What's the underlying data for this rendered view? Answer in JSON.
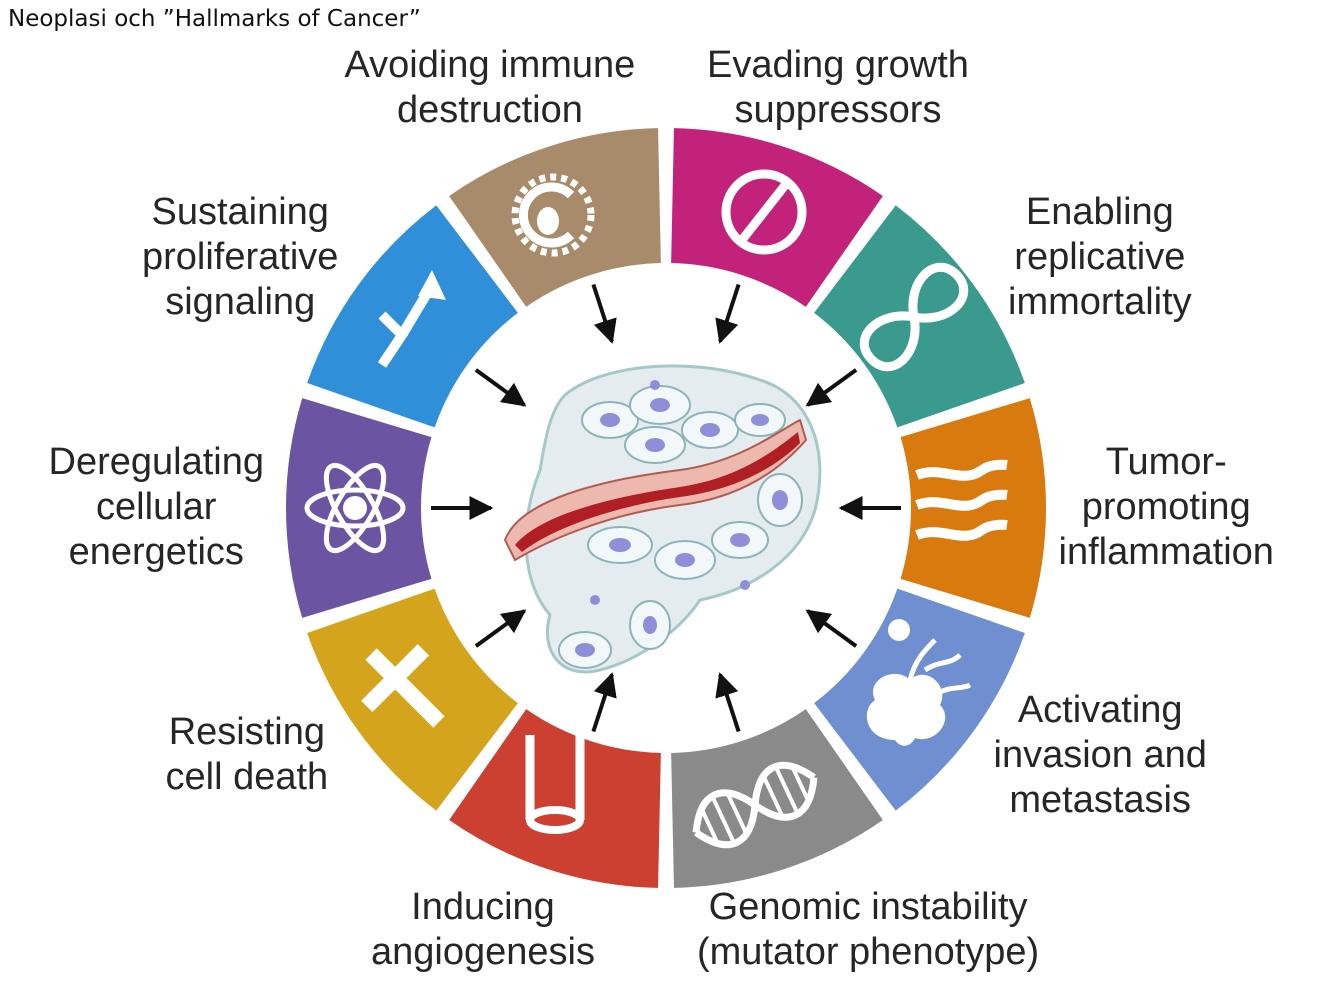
{
  "header": {
    "title": "Neoplasi och ”Hallmarks of Cancer”"
  },
  "hallmarks": [
    {
      "id": "immune",
      "lines": [
        "Avoiding immune",
        "destruction"
      ],
      "color": "#a88b6b",
      "icon": "immune-cell-icon"
    },
    {
      "id": "growth",
      "lines": [
        "Evading growth",
        "suppressors"
      ],
      "color": "#c2227a",
      "icon": "prohibited-icon"
    },
    {
      "id": "immortality",
      "lines": [
        "Enabling",
        "replicative",
        "immortality"
      ],
      "color": "#3a9a8e",
      "icon": "infinity-icon"
    },
    {
      "id": "inflammation",
      "lines": [
        "Tumor-",
        "promoting",
        "inflammation"
      ],
      "color": "#d97a0f",
      "icon": "flames-icon"
    },
    {
      "id": "invasion",
      "lines": [
        "Activating",
        "invasion and",
        "metastasis"
      ],
      "color": "#6f8fd0",
      "icon": "metastasis-cell-icon"
    },
    {
      "id": "genomic",
      "lines": [
        "Genomic instability",
        "(mutator phenotype)"
      ],
      "color": "#8a8a8a",
      "icon": "dna-icon"
    },
    {
      "id": "angiogenesis",
      "lines": [
        "Inducing",
        "angiogenesis"
      ],
      "color": "#cc4032",
      "icon": "blood-vessel-icon"
    },
    {
      "id": "cell-death",
      "lines": [
        "Resisting",
        "cell death"
      ],
      "color": "#d4a51c",
      "icon": "cross-icon"
    },
    {
      "id": "energetics",
      "lines": [
        "Deregulating",
        "cellular",
        "energetics"
      ],
      "color": "#6b55a3",
      "icon": "atom-icon"
    },
    {
      "id": "proliferative",
      "lines": [
        "Sustaining",
        "proliferative",
        "signaling"
      ],
      "color": "#2f8fd8",
      "icon": "signaling-arrow-icon"
    }
  ]
}
